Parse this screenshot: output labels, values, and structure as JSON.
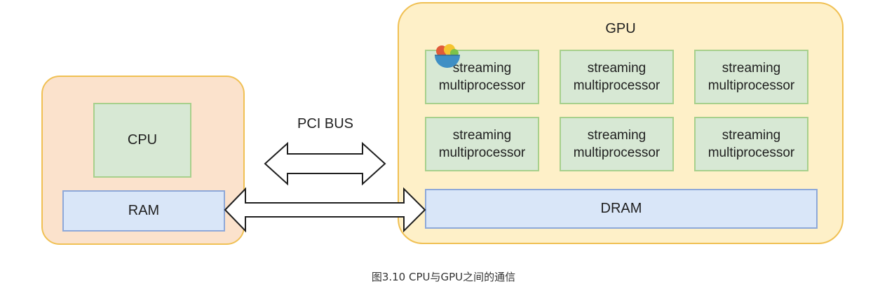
{
  "host": {
    "cpu_label": "CPU",
    "ram_label": "RAM"
  },
  "gpu": {
    "title": "GPU",
    "dram_label": "DRAM",
    "multiprocessors": [
      {
        "line1": "streaming",
        "line2": "multiprocessor"
      },
      {
        "line1": "streaming",
        "line2": "multiprocessor"
      },
      {
        "line1": "streaming",
        "line2": "multiprocessor"
      },
      {
        "line1": "streaming",
        "line2": "multiprocessor"
      },
      {
        "line1": "streaming",
        "line2": "multiprocessor"
      },
      {
        "line1": "streaming",
        "line2": "multiprocessor"
      }
    ]
  },
  "bus": {
    "label": "PCI BUS"
  },
  "caption": "图3.10 CPU与GPU之间的通信",
  "colors": {
    "host_fill": "#fbe2cc",
    "gpu_fill": "#fef0c8",
    "container_border": "#f0c053",
    "sm_fill": "#d7e8d4",
    "sm_border": "#a7d08c",
    "memory_fill": "#d9e6f8",
    "memory_border": "#8da8d9"
  },
  "icons": [
    "fruit-bowl-logo-icon",
    "double-arrow-icon"
  ]
}
